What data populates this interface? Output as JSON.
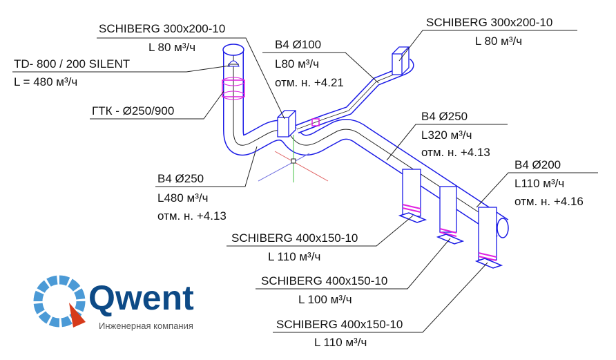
{
  "colors": {
    "duct": "#1a1ae6",
    "damper": "#e020e0",
    "leader": "#222222",
    "logo_blue": "#0d4a86",
    "logo_red": "#d63a1a"
  },
  "labels": {
    "damper_top_left": {
      "line1": "SCHIBERG 300x200-10",
      "line2": "L 80 м³/ч"
    },
    "silencer": {
      "line1": "TD- 800 / 200 SILENT",
      "line2": "L = 480 м³/ч"
    },
    "gtk": {
      "line1": "ГТК - Ø250/900"
    },
    "branch_100": {
      "line1": "B4 Ø100",
      "line2": "L80 м³/ч",
      "line3": "отм. н. +4.21"
    },
    "damper_top_right": {
      "line1": "SCHIBERG 300x200-10",
      "line2": "L 80 м³/ч"
    },
    "main_250_right": {
      "line1": "B4 Ø250",
      "line2": "L320 м³/ч",
      "line3": "отм. н. +4.13"
    },
    "main_200": {
      "line1": "B4 Ø200",
      "line2": "L110 м³/ч",
      "line3": "отм. н. +4.16"
    },
    "main_250_left": {
      "line1": "B4 Ø250",
      "line2": "L480 м³/ч",
      "line3": "отм. н. +4.13"
    },
    "damper_1": {
      "line1": "SCHIBERG 400x150-10",
      "line2": "L 110 м³/ч"
    },
    "damper_2": {
      "line1": "SCHIBERG 400x150-10",
      "line2": "L 100 м³/ч"
    },
    "damper_3": {
      "line1": "SCHIBERG 400x150-10",
      "line2": "L 110 м³/ч"
    }
  },
  "logo": {
    "name": "Qwent",
    "tagline": "Инженерная компания"
  }
}
